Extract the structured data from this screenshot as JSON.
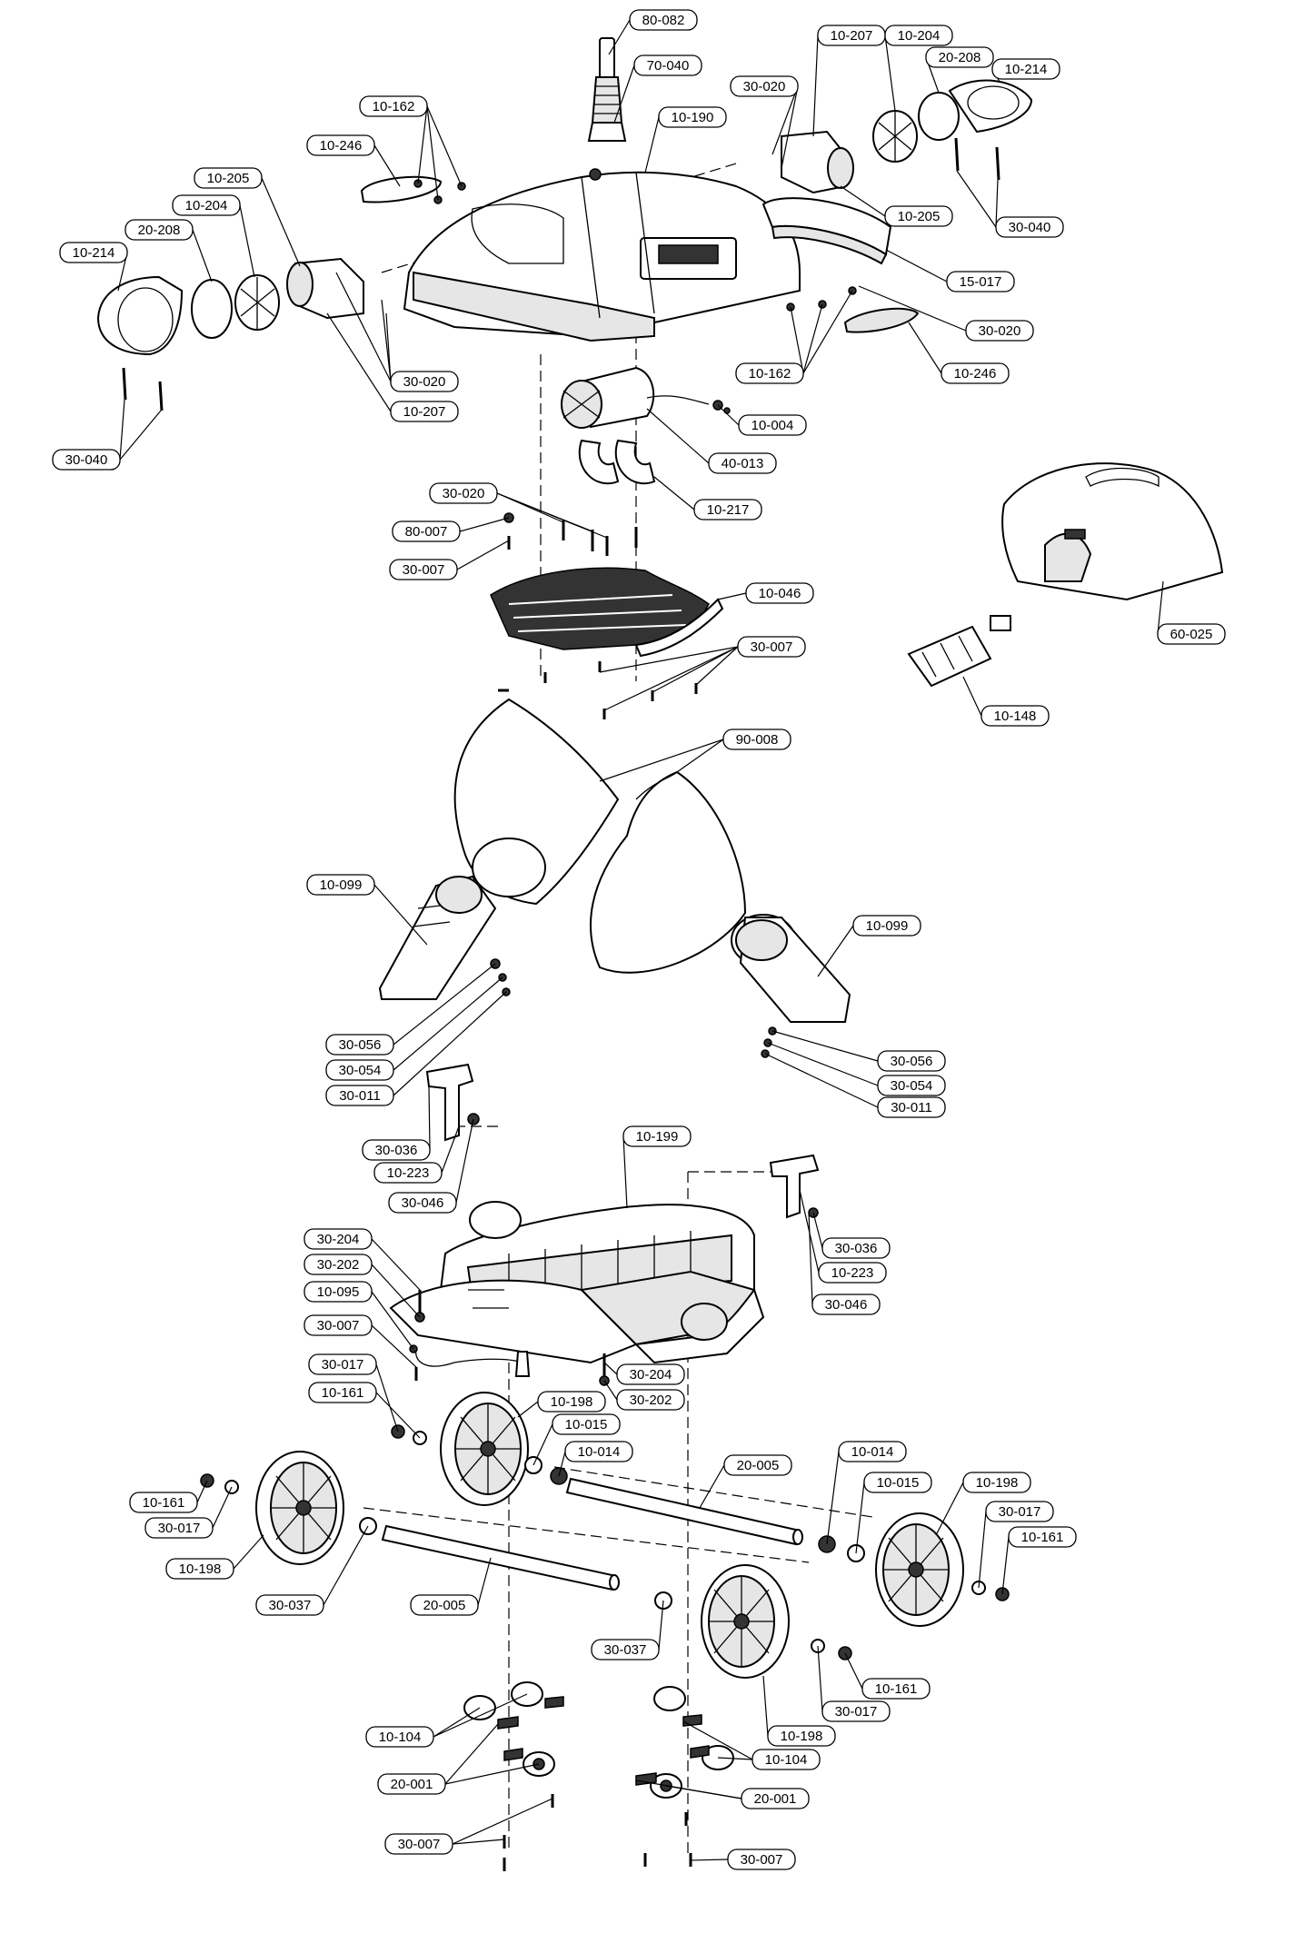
{
  "labels": [
    {
      "id": "80-082",
      "text": "80-082"
    },
    {
      "id": "70-040",
      "text": "70-040"
    },
    {
      "id": "10-190",
      "text": "10-190"
    },
    {
      "id": "10-162-top",
      "text": "10-162"
    },
    {
      "id": "10-246-left",
      "text": "10-246"
    },
    {
      "id": "10-205-left",
      "text": "10-205"
    },
    {
      "id": "10-204-left",
      "text": "10-204"
    },
    {
      "id": "20-208-left",
      "text": "20-208"
    },
    {
      "id": "10-214-left",
      "text": "10-214"
    },
    {
      "id": "30-020-left",
      "text": "30-020"
    },
    {
      "id": "10-207-left",
      "text": "10-207"
    },
    {
      "id": "30-040-left",
      "text": "30-040"
    },
    {
      "id": "10-207-right",
      "text": "10-207"
    },
    {
      "id": "10-204-right",
      "text": "10-204"
    },
    {
      "id": "20-208-right",
      "text": "20-208"
    },
    {
      "id": "10-214-right",
      "text": "10-214"
    },
    {
      "id": "30-020-right-top",
      "text": "30-020"
    },
    {
      "id": "10-205-right",
      "text": "10-205"
    },
    {
      "id": "30-040-right",
      "text": "30-040"
    },
    {
      "id": "15-017",
      "text": "15-017"
    },
    {
      "id": "30-020-right",
      "text": "30-020"
    },
    {
      "id": "10-162-right",
      "text": "10-162"
    },
    {
      "id": "10-246-right",
      "text": "10-246"
    },
    {
      "id": "10-004",
      "text": "10-004"
    },
    {
      "id": "40-013",
      "text": "40-013"
    },
    {
      "id": "10-217",
      "text": "10-217"
    },
    {
      "id": "30-020-mid",
      "text": "30-020"
    },
    {
      "id": "80-007",
      "text": "80-007"
    },
    {
      "id": "30-007-mid",
      "text": "30-007"
    },
    {
      "id": "10-046",
      "text": "10-046"
    },
    {
      "id": "30-007-filter",
      "text": "30-007"
    },
    {
      "id": "60-025",
      "text": "60-025"
    },
    {
      "id": "10-148",
      "text": "10-148"
    },
    {
      "id": "90-008",
      "text": "90-008"
    },
    {
      "id": "10-099-left",
      "text": "10-099"
    },
    {
      "id": "10-099-right",
      "text": "10-099"
    },
    {
      "id": "30-056-left",
      "text": "30-056"
    },
    {
      "id": "30-054-left",
      "text": "30-054"
    },
    {
      "id": "30-011-left",
      "text": "30-011"
    },
    {
      "id": "30-056-right",
      "text": "30-056"
    },
    {
      "id": "30-054-right",
      "text": "30-054"
    },
    {
      "id": "30-011-right",
      "text": "30-011"
    },
    {
      "id": "30-036-left",
      "text": "30-036"
    },
    {
      "id": "10-223-left",
      "text": "10-223"
    },
    {
      "id": "30-046-left",
      "text": "30-046"
    },
    {
      "id": "10-199",
      "text": "10-199"
    },
    {
      "id": "30-036-right",
      "text": "30-036"
    },
    {
      "id": "10-223-right",
      "text": "10-223"
    },
    {
      "id": "30-046-right",
      "text": "30-046"
    },
    {
      "id": "30-204-left",
      "text": "30-204"
    },
    {
      "id": "30-202-left",
      "text": "30-202"
    },
    {
      "id": "10-095",
      "text": "10-095"
    },
    {
      "id": "30-007-base",
      "text": "30-007"
    },
    {
      "id": "30-017-a",
      "text": "30-017"
    },
    {
      "id": "10-161-a",
      "text": "10-161"
    },
    {
      "id": "30-204-right",
      "text": "30-204"
    },
    {
      "id": "30-202-right",
      "text": "30-202"
    },
    {
      "id": "10-198-a",
      "text": "10-198"
    },
    {
      "id": "10-015-a",
      "text": "10-015"
    },
    {
      "id": "10-014-a",
      "text": "10-014"
    },
    {
      "id": "20-005-a",
      "text": "20-005"
    },
    {
      "id": "10-014-b",
      "text": "10-014"
    },
    {
      "id": "10-015-b",
      "text": "10-015"
    },
    {
      "id": "10-198-b",
      "text": "10-198"
    },
    {
      "id": "30-017-b",
      "text": "30-017"
    },
    {
      "id": "10-161-b",
      "text": "10-161"
    },
    {
      "id": "10-161-c",
      "text": "10-161"
    },
    {
      "id": "30-017-c",
      "text": "30-017"
    },
    {
      "id": "10-198-c",
      "text": "10-198"
    },
    {
      "id": "30-037-a",
      "text": "30-037"
    },
    {
      "id": "20-005-b",
      "text": "20-005"
    },
    {
      "id": "30-037-b",
      "text": "30-037"
    },
    {
      "id": "10-161-d",
      "text": "10-161"
    },
    {
      "id": "30-017-d",
      "text": "30-017"
    },
    {
      "id": "10-198-d",
      "text": "10-198"
    },
    {
      "id": "10-104-left",
      "text": "10-104"
    },
    {
      "id": "20-001-left",
      "text": "20-001"
    },
    {
      "id": "10-104-right",
      "text": "10-104"
    },
    {
      "id": "20-001-right",
      "text": "20-001"
    },
    {
      "id": "30-007-bottom-left",
      "text": "30-007"
    },
    {
      "id": "30-007-bottom-right",
      "text": "30-007"
    }
  ]
}
